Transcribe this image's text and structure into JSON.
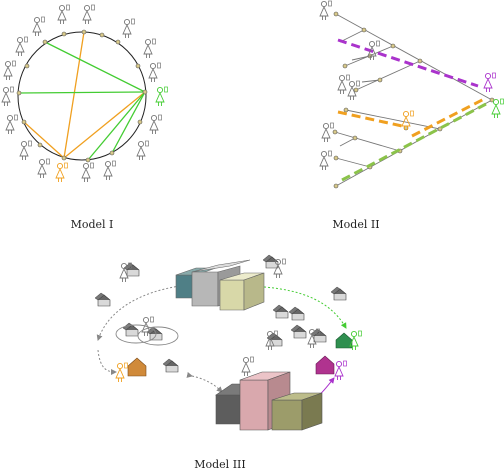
{
  "captions": {
    "model1": "Model I",
    "model2": "Model II",
    "model3": "Model III"
  },
  "colors": {
    "orange": "#f0a020",
    "green": "#44cc33",
    "purple": "#aa33cc",
    "gray_person": "#777777",
    "ring": "#222222",
    "node": "#d8c98a",
    "dashed_arrow": "#888888",
    "teal_building": "#4f7f86",
    "gray_building": "#b7b7b7",
    "olive_building": "#d8d8a8",
    "dark_building": "#5d5d5d",
    "pink_building": "#d9a8ad",
    "green_building": "#9c9c6a",
    "orange_house": "#d08a3a",
    "green_house": "#2f8f4f",
    "magenta_house": "#b0338f"
  },
  "icons": {
    "person": "person-with-phone-icon",
    "house": "house-icon",
    "building": "office-block-icon"
  }
}
